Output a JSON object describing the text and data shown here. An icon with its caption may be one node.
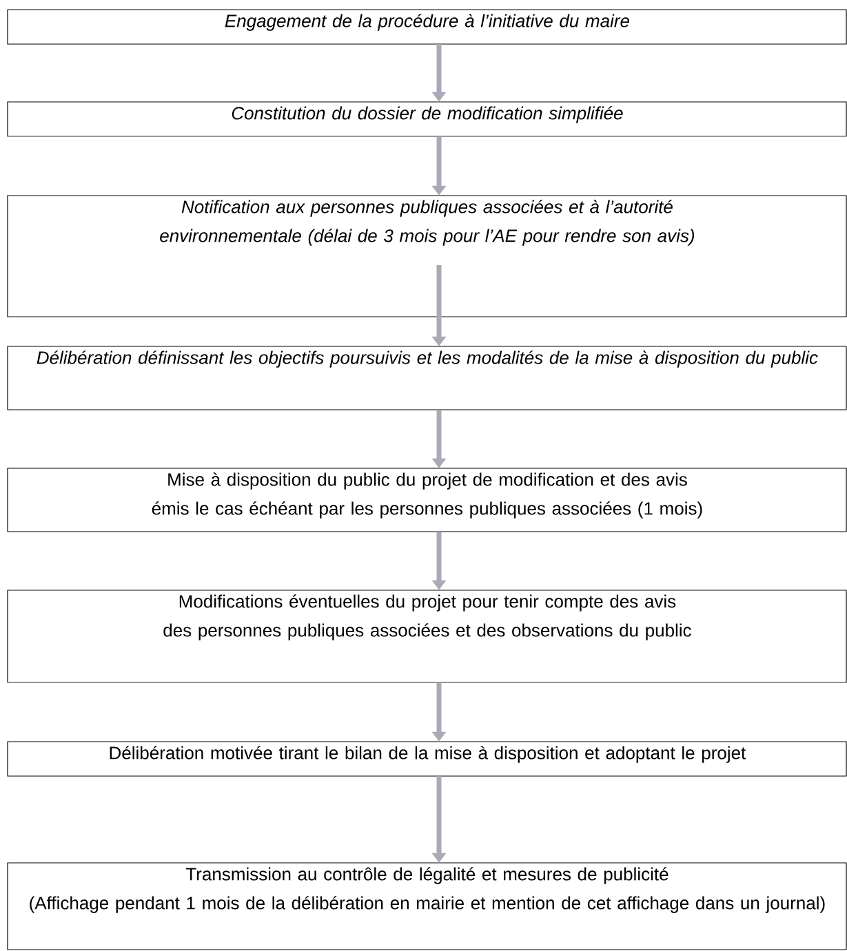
{
  "diagram": {
    "nodes": [
      {
        "text": [
          "Engagement de la procédure à l’initiative du maire"
        ]
      },
      {
        "text": [
          "Constitution du dossier de modification simplifiée"
        ]
      },
      {
        "text": [
          "Notification aux personnes publiques associées et à l’autorité environnementale (délai de 3 mois pour l’AE pour rendre son avis)"
        ]
      },
      {
        "text": [
          "Délibération définissant les objectifs poursuivis et les modalités de la mise à disposition du public"
        ]
      },
      {
        "text": [
          "Mise à disposition du public du projet de modification et des avis émis le cas échéant par les personnes publiques associées (1 mois)"
        ]
      },
      {
        "text": [
          "Modifications éventuelles du projet pour tenir compte des avis des personnes publiques associées et des observations du public"
        ]
      },
      {
        "text": [
          "Délibération motivée tirant le bilan de la mise à disposition et adoptant le projet"
        ]
      },
      {
        "text": [
          "Transmission au contrôle de légalité et mesures de publicité",
          "(Affichage pendant 1 mois de la délibération en mairie et mention de cet affichage dans un journal)"
        ]
      }
    ],
    "edges": [
      {
        "from": 0,
        "to": 1,
        "arrow": "to"
      },
      {
        "from": 1,
        "to": 2,
        "arrow": "to"
      },
      {
        "from": 2,
        "to": 3,
        "arrow": "to"
      },
      {
        "from": 3,
        "to": 4,
        "arrow": "to"
      },
      {
        "from": 4,
        "to": 5,
        "arrow": "to"
      },
      {
        "from": 5,
        "to": 6,
        "arrow": "to"
      },
      {
        "from": 6,
        "to": 7,
        "arrow": "to"
      }
    ]
  }
}
